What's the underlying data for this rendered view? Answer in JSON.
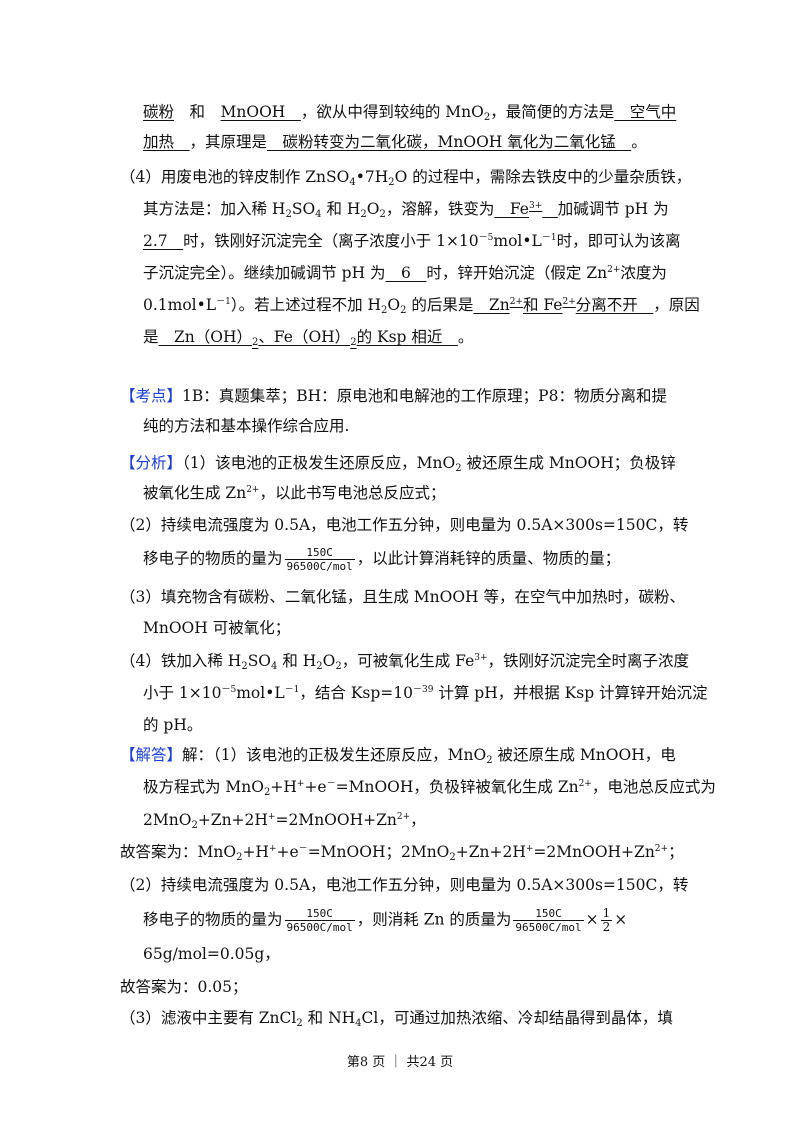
{
  "lines": [
    {
      "id": "l1",
      "segs": [
        {
          "t": "碳粉",
          "u": true
        },
        {
          "t": "　和　"
        },
        {
          "t": "MnOOH　",
          "u": true
        },
        {
          "t": "，欲从中得到较纯的 MnO"
        },
        {
          "t": "2",
          "sub": true
        },
        {
          "t": "，最简便的方法是"
        },
        {
          "t": "　空气中",
          "u": true
        }
      ]
    },
    {
      "id": "l2",
      "segs": [
        {
          "t": "加热　",
          "u": true
        },
        {
          "t": "，其原理是"
        },
        {
          "t": "　碳粉转变为二氧化碳，MnOOH 氧化为二氧化锰　",
          "u": true
        },
        {
          "t": "。"
        }
      ]
    },
    {
      "id": "l3",
      "segs": [
        {
          "t": "（4）用废电池的锌皮制作 ZnSO"
        },
        {
          "t": "4",
          "sub": true
        },
        {
          "t": "•7H"
        },
        {
          "t": "2",
          "sub": true
        },
        {
          "t": "O 的过程中，需除去铁皮中的少量杂质铁，"
        }
      ]
    },
    {
      "id": "l4",
      "segs": [
        {
          "t": "其方法是：加入稀 H"
        },
        {
          "t": "2",
          "sub": true
        },
        {
          "t": "SO"
        },
        {
          "t": "4",
          "sub": true
        },
        {
          "t": " 和 H"
        },
        {
          "t": "2",
          "sub": true
        },
        {
          "t": "O"
        },
        {
          "t": "2",
          "sub": true
        },
        {
          "t": "，溶解，铁变为"
        },
        {
          "t": "　Fe",
          "u": true
        },
        {
          "t": "3+",
          "sup": true,
          "u": true
        },
        {
          "t": "　",
          "u": true
        },
        {
          "t": "加碱调节 pH 为"
        }
      ]
    },
    {
      "id": "l5",
      "segs": [
        {
          "t": "2.7　",
          "u": true
        },
        {
          "t": "时，铁刚好沉淀完全（离子浓度小于 1×10"
        },
        {
          "t": "－5",
          "sup": true
        },
        {
          "t": "mol•L"
        },
        {
          "t": "－1",
          "sup": true
        },
        {
          "t": "时，即可认为该离"
        }
      ]
    },
    {
      "id": "l6",
      "segs": [
        {
          "t": "子沉淀完全）。继续加碱调节 pH 为"
        },
        {
          "t": "　6　",
          "u": true
        },
        {
          "t": "时，锌开始沉淀（假定 Zn"
        },
        {
          "t": "2+",
          "sup": true
        },
        {
          "t": "浓度为"
        }
      ]
    },
    {
      "id": "l7",
      "segs": [
        {
          "t": "0.1mol•L"
        },
        {
          "t": "－1",
          "sup": true
        },
        {
          "t": "）。若上述过程不加 H"
        },
        {
          "t": "2",
          "sub": true
        },
        {
          "t": "O"
        },
        {
          "t": "2",
          "sub": true
        },
        {
          "t": " 的后果是"
        },
        {
          "t": "　Zn",
          "u": true
        },
        {
          "t": "2+",
          "sup": true,
          "u": true
        },
        {
          "t": "和 Fe",
          "u": true
        },
        {
          "t": "2+",
          "sup": true,
          "u": true
        },
        {
          "t": "分离不开　",
          "u": true
        },
        {
          "t": "，原因"
        }
      ]
    },
    {
      "id": "l8",
      "segs": [
        {
          "t": "是"
        },
        {
          "t": "　Zn（OH）",
          "u": true
        },
        {
          "t": "2",
          "sub": true,
          "u": true
        },
        {
          "t": "、Fe（OH）",
          "u": true
        },
        {
          "t": "2",
          "sub": true,
          "u": true
        },
        {
          "t": "的 Ksp 相近　",
          "u": true
        },
        {
          "t": "。"
        }
      ]
    },
    {
      "id": "l9",
      "segs": [
        {
          "t": "【考点】",
          "tag": true
        },
        {
          "t": "1B：真题集萃；BH：原电池和电解池的工作原理；P8：物质分离和提"
        }
      ]
    },
    {
      "id": "l10",
      "segs": [
        {
          "t": "纯的方法和基本操作综合应用."
        }
      ]
    },
    {
      "id": "l11",
      "segs": [
        {
          "t": "【分析】",
          "tag": true
        },
        {
          "t": "（1）该电池的正极发生还原反应，MnO"
        },
        {
          "t": "2",
          "sub": true
        },
        {
          "t": " 被还原生成 MnOOH；负极锌"
        }
      ]
    },
    {
      "id": "l12",
      "segs": [
        {
          "t": "被氧化生成 Zn"
        },
        {
          "t": "2+",
          "sup": true
        },
        {
          "t": "，以此书写电池总反应式；"
        }
      ]
    },
    {
      "id": "l13",
      "segs": [
        {
          "t": "（2）持续电流强度为 0.5A，电池工作五分钟，则电量为 0.5A×300s=150C，转"
        }
      ]
    },
    {
      "id": "l14",
      "segs": [
        {
          "t": "移电子的物质的量为"
        },
        {
          "frac": [
            "150C",
            "96500C/mol"
          ]
        },
        {
          "t": "，以此计算消耗锌的质量、物质的量；"
        }
      ]
    },
    {
      "id": "l15",
      "segs": [
        {
          "t": "（3）填充物含有碳粉、二氧化锰，且生成 MnOOH 等，在空气中加热时，碳粉、"
        }
      ]
    },
    {
      "id": "l16",
      "segs": [
        {
          "t": "MnOOH 可被氧化；"
        }
      ]
    },
    {
      "id": "l17",
      "segs": [
        {
          "t": "（4）铁加入稀 H"
        },
        {
          "t": "2",
          "sub": true
        },
        {
          "t": "SO"
        },
        {
          "t": "4",
          "sub": true
        },
        {
          "t": " 和 H"
        },
        {
          "t": "2",
          "sub": true
        },
        {
          "t": "O"
        },
        {
          "t": "2",
          "sub": true
        },
        {
          "t": "，可被氧化生成 Fe"
        },
        {
          "t": "3+",
          "sup": true
        },
        {
          "t": "，铁刚好沉淀完全时离子浓度"
        }
      ]
    },
    {
      "id": "l18",
      "segs": [
        {
          "t": "小于 1×10"
        },
        {
          "t": "－5",
          "sup": true
        },
        {
          "t": "mol•L"
        },
        {
          "t": "－1",
          "sup": true
        },
        {
          "t": "，结合 Ksp=10"
        },
        {
          "t": "－39",
          "sup": true
        },
        {
          "t": " 计算 pH，并根据 Ksp 计算锌开始沉淀"
        }
      ]
    },
    {
      "id": "l19",
      "segs": [
        {
          "t": "的 pH。"
        }
      ]
    },
    {
      "id": "l20",
      "segs": [
        {
          "t": "【解答】",
          "tag": true
        },
        {
          "t": "解：（1）该电池的正极发生还原反应，MnO"
        },
        {
          "t": "2",
          "sub": true
        },
        {
          "t": " 被还原生成 MnOOH，电"
        }
      ]
    },
    {
      "id": "l21",
      "segs": [
        {
          "t": "极方程式为 MnO"
        },
        {
          "t": "2",
          "sub": true
        },
        {
          "t": "+H"
        },
        {
          "t": "+",
          "sup": true
        },
        {
          "t": "+e"
        },
        {
          "t": "－",
          "sup": true
        },
        {
          "t": "=MnOOH，负极锌被氧化生成 Zn"
        },
        {
          "t": "2+",
          "sup": true
        },
        {
          "t": "，电池总反应式为"
        }
      ]
    },
    {
      "id": "l22",
      "segs": [
        {
          "t": "2MnO"
        },
        {
          "t": "2",
          "sub": true
        },
        {
          "t": "+Zn+2H"
        },
        {
          "t": "+",
          "sup": true
        },
        {
          "t": "=2MnOOH+Zn"
        },
        {
          "t": "2+",
          "sup": true
        },
        {
          "t": "，"
        }
      ]
    },
    {
      "id": "l23",
      "segs": [
        {
          "t": "故答案为：MnO"
        },
        {
          "t": "2",
          "sub": true
        },
        {
          "t": "+H"
        },
        {
          "t": "+",
          "sup": true
        },
        {
          "t": "+e"
        },
        {
          "t": "－",
          "sup": true
        },
        {
          "t": "=MnOOH；2MnO"
        },
        {
          "t": "2",
          "sub": true
        },
        {
          "t": "+Zn+2H"
        },
        {
          "t": "+",
          "sup": true
        },
        {
          "t": "=2MnOOH+Zn"
        },
        {
          "t": "2+",
          "sup": true
        },
        {
          "t": "；"
        }
      ]
    },
    {
      "id": "l24",
      "segs": [
        {
          "t": "（2）持续电流强度为 0.5A，电池工作五分钟，则电量为 0.5A×300s=150C，转"
        }
      ]
    },
    {
      "id": "l25",
      "segs": [
        {
          "t": "移电子的物质的量为"
        },
        {
          "frac": [
            "150C",
            "96500C/mol"
          ]
        },
        {
          "t": "，则消耗 Zn 的质量为"
        },
        {
          "frac": [
            "150C",
            "96500C/mol"
          ]
        },
        {
          "t": "×"
        },
        {
          "frac": [
            "1",
            "2"
          ],
          "small": true
        },
        {
          "t": "×"
        }
      ]
    },
    {
      "id": "l26",
      "segs": [
        {
          "t": "65g/mol=0.05g，"
        }
      ]
    },
    {
      "id": "l27",
      "segs": [
        {
          "t": "故答案为：0.05；"
        }
      ]
    },
    {
      "id": "l28",
      "segs": [
        {
          "t": "（3）滤液中主要有 ZnCl"
        },
        {
          "t": "2",
          "sub": true
        },
        {
          "t": " 和 NH"
        },
        {
          "t": "4",
          "sub": true
        },
        {
          "t": "Cl，可通过加热浓缩、冷却结晶得到晶体，填"
        }
      ]
    }
  ],
  "footer": "第8 页 ｜ 共24 页"
}
